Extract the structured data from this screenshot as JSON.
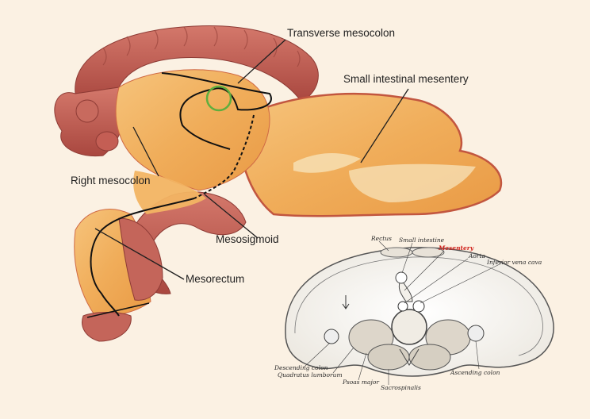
{
  "colors": {
    "background": "#fbf1e3",
    "mesentery": "#f2b463",
    "colon": "#c4655a",
    "colon_dark": "#9c3f3a",
    "highlight_label": "#d0201a",
    "ring": "#5fae3e"
  },
  "main_labels": {
    "transverse_mesocolon": "Transverse mesocolon",
    "small_intestinal_mesentery": "Small intestinal mesentery",
    "right_mesocolon": "Right mesocolon",
    "mesosigmoid": "Mesosigmoid",
    "mesorectum": "Mesorectum"
  },
  "cross_section": {
    "labels": {
      "rectus": "Rectus",
      "small_intestine": "Small intestine",
      "mesentery": "Mesentery",
      "aorta": "Aorta",
      "inferior_vena_cava": "Inferior vena cava",
      "descending_colon": "Descending colon",
      "quadratus_lumborum": "Quadratus lumborum",
      "psoas_major": "Psoas major",
      "sacrospinalis": "Sacrospinalis",
      "ascending_colon": "Ascending colon"
    }
  }
}
